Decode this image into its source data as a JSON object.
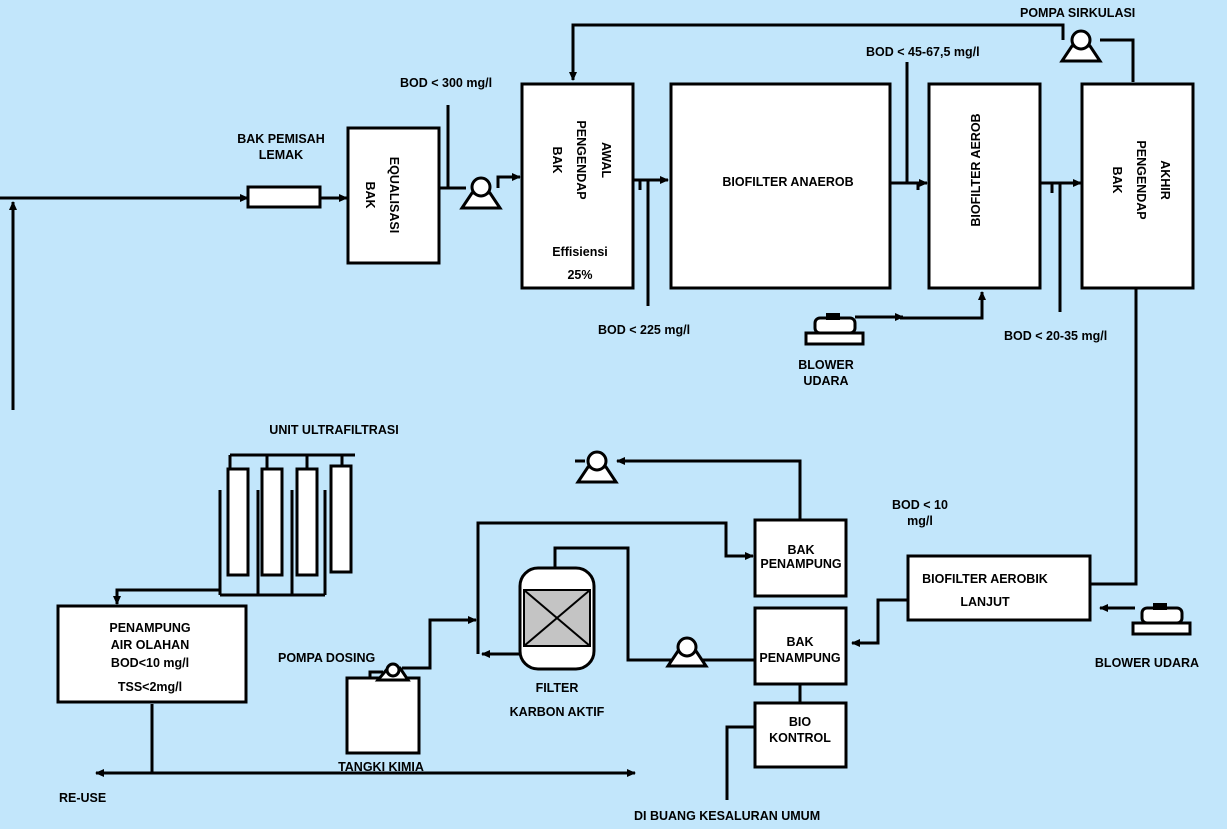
{
  "labels": {
    "bak_pemisah_1": "BAK PEMISAH",
    "bak_pemisah_2": "LEMAK",
    "bod_300": "BOD < 300 mg/l",
    "pompa_sirkulasi": "POMPA SIRKULASI",
    "bod_45": "BOD < 45-67,5 mg/l",
    "bod_225": "BOD < 225 mg/l",
    "blower_1a": "BLOWER",
    "blower_1b": "UDARA",
    "bod_2035": "BOD < 20-35 mg/l",
    "unit_uf": "UNIT ULTRAFILTRASI",
    "bod_10a": "BOD < 10",
    "bod_10b": "mg/l",
    "pompa_dosing": "POMPA DOSING",
    "tangki_kimia": "TANGKI KIMIA",
    "filter_1": "FILTER",
    "filter_2": "KARBON AKTIF",
    "blower_2": "BLOWER UDARA",
    "reuse": "RE-USE",
    "buang": "DI BUANG KESALURAN UMUM"
  },
  "boxes": {
    "equalisasi": [
      "BAK",
      "EQUALISASI"
    ],
    "pengendap_awal": [
      "BAK",
      "PENGENDAP",
      "AWAL"
    ],
    "efisiensi_1": "Effisiensi",
    "efisiensi_2": "25%",
    "anaerob": "BIOFILTER ANAEROB",
    "aerob": "BIOFILTER AEROB",
    "pengendap_akhir": [
      "BAK",
      "PENGENDAP",
      "AKHIR"
    ],
    "aerobik_lanjut_1": "BIOFILTER AEROBIK",
    "aerobik_lanjut_2": "LANJUT",
    "penampung_atas": [
      "BAK",
      "PENAMPUNG"
    ],
    "penampung_bawah": [
      "BAK",
      "PENAMPUNG"
    ],
    "bio_kontrol": [
      "BIO",
      "KONTROL"
    ],
    "penampung_olahan": [
      "PENAMPUNG",
      "AIR OLAHAN",
      "BOD<10 mg/l",
      "TSS<2mg/l"
    ]
  }
}
